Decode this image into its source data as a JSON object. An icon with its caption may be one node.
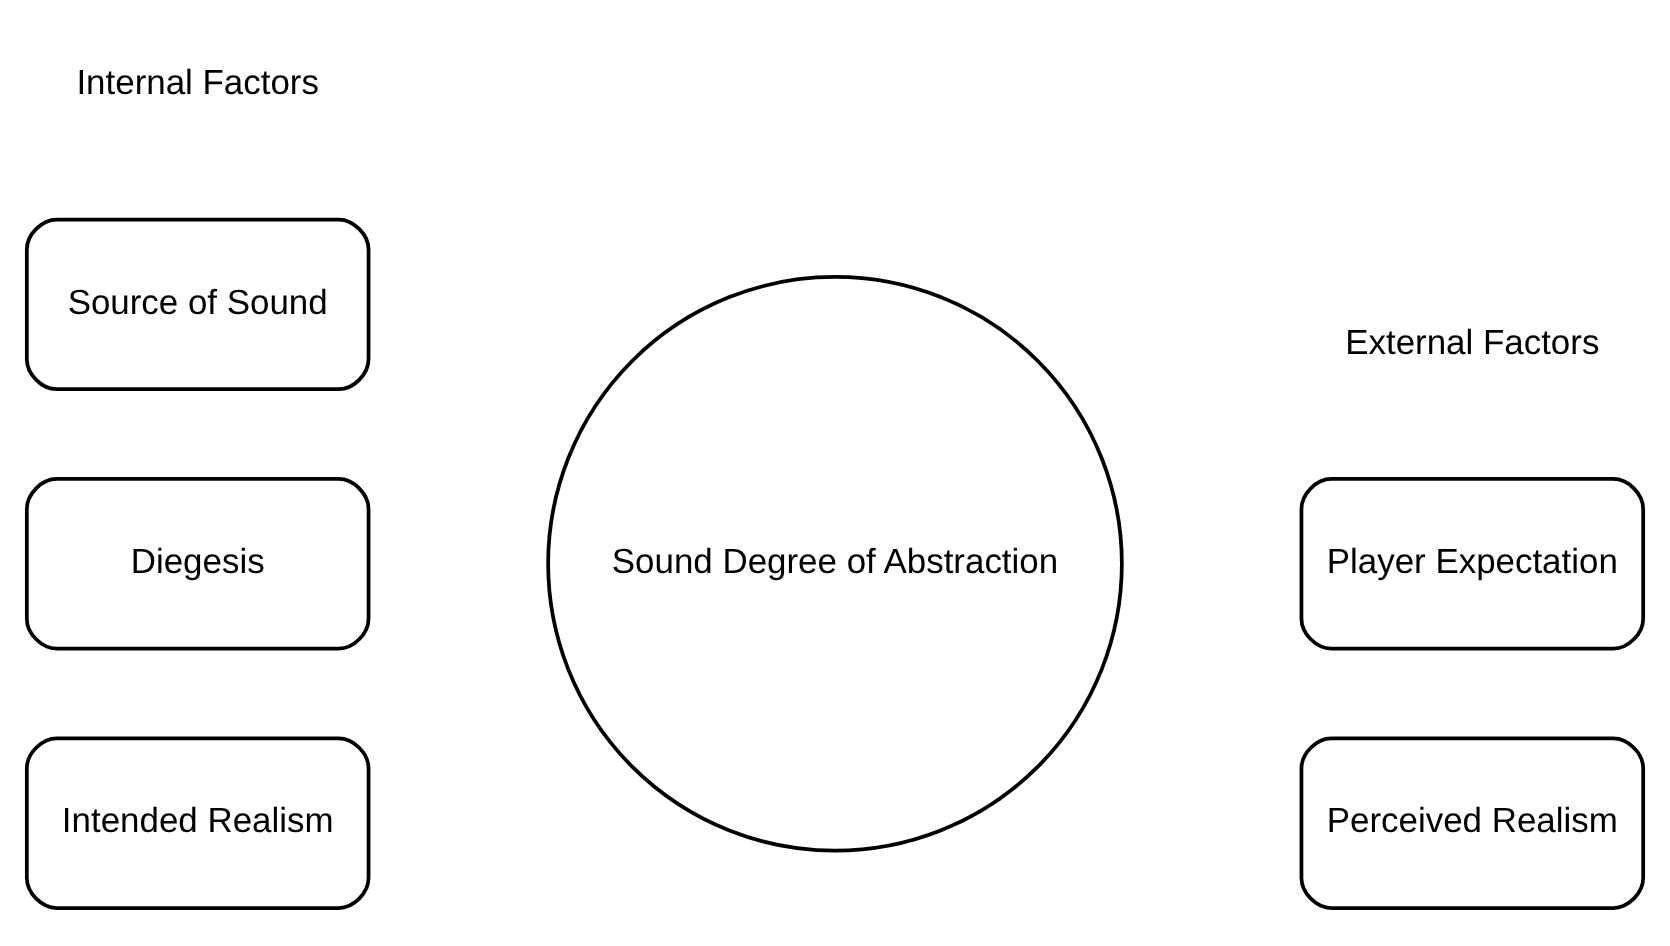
{
  "diagram": {
    "nodes": [
      {
        "text": [
          "Source of Sound"
        ]
      },
      {
        "text": [
          "Diegesis"
        ]
      },
      {
        "text": [
          "Intended Realism"
        ]
      },
      {
        "text": [
          "Sound Degree of Abstraction"
        ]
      },
      {
        "text": [
          "Player Expectation"
        ]
      },
      {
        "text": [
          "Perceived Realism"
        ]
      }
    ],
    "labels": [
      "Internal Factors",
      "External Factors"
    ]
  }
}
